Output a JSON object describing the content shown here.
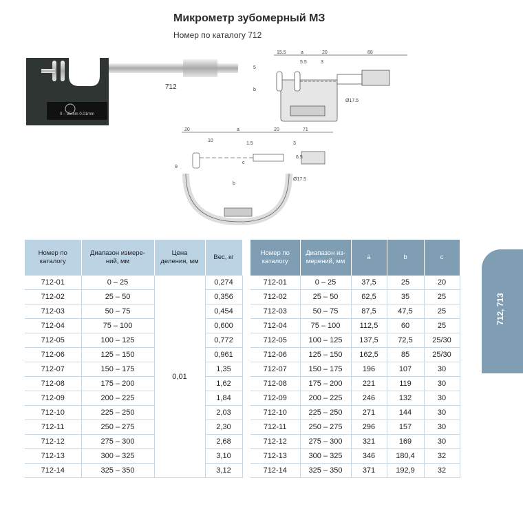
{
  "header": {
    "title": "Микрометр зубомерный МЗ",
    "subtitle": "Номер по каталогу 712"
  },
  "photo": {
    "label": "712",
    "scale_text": "0 – 25mm  0.01mm"
  },
  "drawing1_labels": {
    "l155": "15.5",
    "la": "a",
    "l20": "20",
    "l68": "68",
    "l55": "5.5",
    "l3": "3",
    "l5": "5",
    "lb": "b",
    "ld": "Ø17.5"
  },
  "drawing2_labels": {
    "l20": "20",
    "la": "a",
    "l20b": "20",
    "l71": "71",
    "l10": "10",
    "l15": "1.5",
    "l3": "3",
    "l9": "9",
    "lc": "c",
    "lb": "b",
    "ld": "Ø17.5",
    "l65": "6.5"
  },
  "table1": {
    "headers": [
      "Номер по каталогу",
      "Диапазон измере-ний, мм",
      "Цена деления, мм",
      "Вес, кг"
    ],
    "division": "0,01",
    "rows": [
      [
        "712-01",
        "0 – 25",
        "0,274"
      ],
      [
        "712-02",
        "25 – 50",
        "0,356"
      ],
      [
        "712-03",
        "50 – 75",
        "0,454"
      ],
      [
        "712-04",
        "75 – 100",
        "0,600"
      ],
      [
        "712-05",
        "100 – 125",
        "0,772"
      ],
      [
        "712-06",
        "125 – 150",
        "0,961"
      ],
      [
        "712-07",
        "150 – 175",
        "1,35"
      ],
      [
        "712-08",
        "175 – 200",
        "1,62"
      ],
      [
        "712-09",
        "200 – 225",
        "1,84"
      ],
      [
        "712-10",
        "225 – 250",
        "2,03"
      ],
      [
        "712-11",
        "250 – 275",
        "2,30"
      ],
      [
        "712-12",
        "275 – 300",
        "2,68"
      ],
      [
        "712-13",
        "300 – 325",
        "3,10"
      ],
      [
        "712-14",
        "325 – 350",
        "3,12"
      ]
    ]
  },
  "table2": {
    "headers": [
      "Номер по каталогу",
      "Диапазон из-мерений, мм",
      "a",
      "b",
      "c"
    ],
    "rows": [
      [
        "712-01",
        "0 – 25",
        "37,5",
        "25",
        "20"
      ],
      [
        "712-02",
        "25 – 50",
        "62,5",
        "35",
        "25"
      ],
      [
        "712-03",
        "50 – 75",
        "87,5",
        "47,5",
        "25"
      ],
      [
        "712-04",
        "75 – 100",
        "112,5",
        "60",
        "25"
      ],
      [
        "712-05",
        "100 – 125",
        "137,5",
        "72,5",
        "25/30"
      ],
      [
        "712-06",
        "125 – 150",
        "162,5",
        "85",
        "25/30"
      ],
      [
        "712-07",
        "150 – 175",
        "196",
        "107",
        "30"
      ],
      [
        "712-08",
        "175 – 200",
        "221",
        "119",
        "30"
      ],
      [
        "712-09",
        "200 – 225",
        "246",
        "132",
        "30"
      ],
      [
        "712-10",
        "225 – 250",
        "271",
        "144",
        "30"
      ],
      [
        "712-11",
        "250 – 275",
        "296",
        "157",
        "30"
      ],
      [
        "712-12",
        "275 – 300",
        "321",
        "169",
        "30"
      ],
      [
        "712-13",
        "300 – 325",
        "346",
        "180,4",
        "32"
      ],
      [
        "712-14",
        "325 – 350",
        "371",
        "192,9",
        "32"
      ]
    ]
  },
  "side_tab": {
    "label": "712, 713"
  }
}
